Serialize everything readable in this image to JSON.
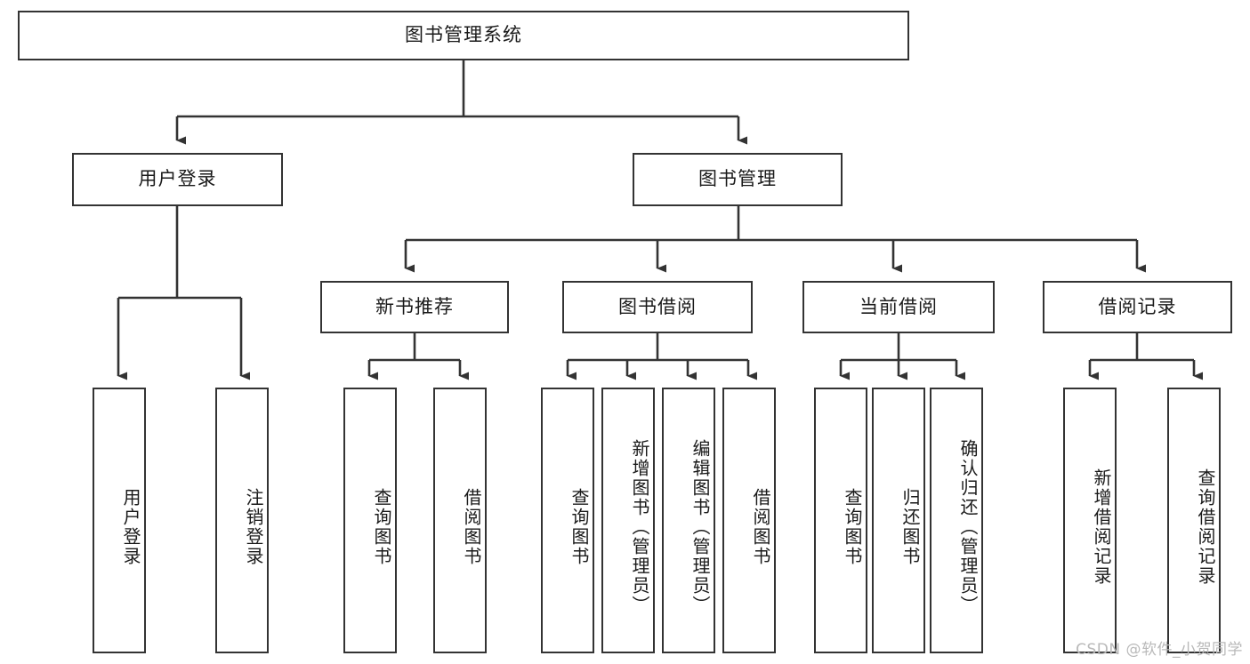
{
  "diagram": {
    "title": "图书管理系统",
    "type": "tree-hierarchy",
    "root": {
      "label": "图书管理系统"
    },
    "level2": [
      {
        "label": "用户登录"
      },
      {
        "label": "图书管理"
      }
    ],
    "level3": [
      {
        "label": "新书推荐"
      },
      {
        "label": "图书借阅"
      },
      {
        "label": "当前借阅"
      },
      {
        "label": "借阅记录"
      }
    ],
    "leaves": {
      "user_login": [
        {
          "label": "用户登录"
        },
        {
          "label": "注销登录"
        }
      ],
      "new_book_recommend": [
        {
          "label": "查询图书"
        },
        {
          "label": "借阅图书"
        }
      ],
      "book_borrow": [
        {
          "label": "查询图书"
        },
        {
          "label": "新增图书（管理员）"
        },
        {
          "label": "编辑图书（管理员）"
        },
        {
          "label": "借阅图书"
        }
      ],
      "current_borrow": [
        {
          "label": "查询图书"
        },
        {
          "label": "归还图书"
        },
        {
          "label": "确认归还（管理员）"
        }
      ],
      "borrow_record": [
        {
          "label": "新增借阅记录"
        },
        {
          "label": "查询借阅记录"
        }
      ]
    }
  },
  "watermark": {
    "text": "CSDN @软件_小贺同学"
  },
  "colors": {
    "border": "#333333",
    "background": "#ffffff",
    "text": "#1a1a1a",
    "watermark": "#b9b9b9"
  }
}
